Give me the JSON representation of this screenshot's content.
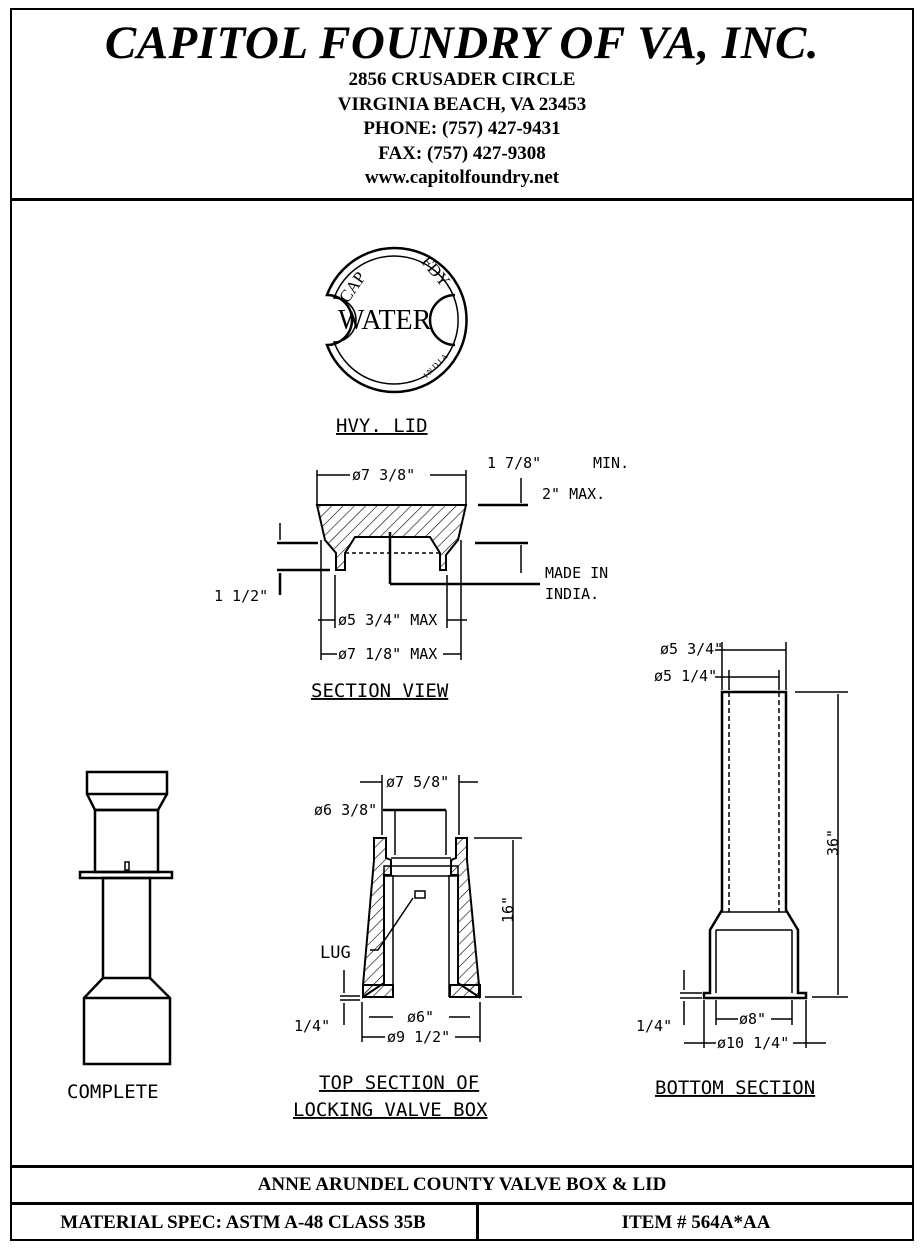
{
  "header": {
    "company": "CAPITOL FOUNDRY OF VA, INC.",
    "address1": "2856 CRUSADER CIRCLE",
    "address2": "VIRGINIA BEACH, VA 23453",
    "phone": "PHONE: (757) 427-9431",
    "fax": "FAX: (757) 427-9308",
    "website": "www.capitolfoundry.net"
  },
  "lid": {
    "text_cap": "CAP",
    "text_fdy": "FDY",
    "text_water": "WATER",
    "text_india": "INDIA",
    "label": "HVY. LID"
  },
  "section_view": {
    "label": "SECTION VIEW",
    "dim_top": "ø7 3/8\"",
    "dim_min": "1 7/8\"",
    "min": "MIN.",
    "dim_max": "2\" MAX.",
    "made_in_1": "MADE IN",
    "made_in_2": "INDIA.",
    "dim_side": "1 1/2\"",
    "dim_inner": "ø5 3/4\" MAX",
    "dim_bottom": "ø7 1/8\" MAX"
  },
  "complete": {
    "label": "COMPLETE"
  },
  "top_section": {
    "label1": "TOP SECTION OF",
    "label2": "LOCKING VALVE BOX",
    "dim_outer_top": "ø7 5/8\"",
    "dim_inner_top": "ø6 3/8\"",
    "dim_height": "16\"",
    "lug": "LUG",
    "dim_flange": "1/4\"",
    "dim_inner": "ø6\"",
    "dim_base": "ø9 1/2\""
  },
  "bottom_section": {
    "label": "BOTTOM SECTION",
    "dim_outer_top": "ø5 3/4\"",
    "dim_inner_top": "ø5 1/4\"",
    "dim_height": "36\"",
    "dim_flange": "1/4\"",
    "dim_inner": "ø8\"",
    "dim_base": "ø10 1/4\""
  },
  "footer": {
    "title": "ANNE ARUNDEL COUNTY VALVE BOX & LID",
    "material": "MATERIAL SPEC:  ASTM A-48 CLASS 35B",
    "item": "ITEM # 564A*AA"
  }
}
